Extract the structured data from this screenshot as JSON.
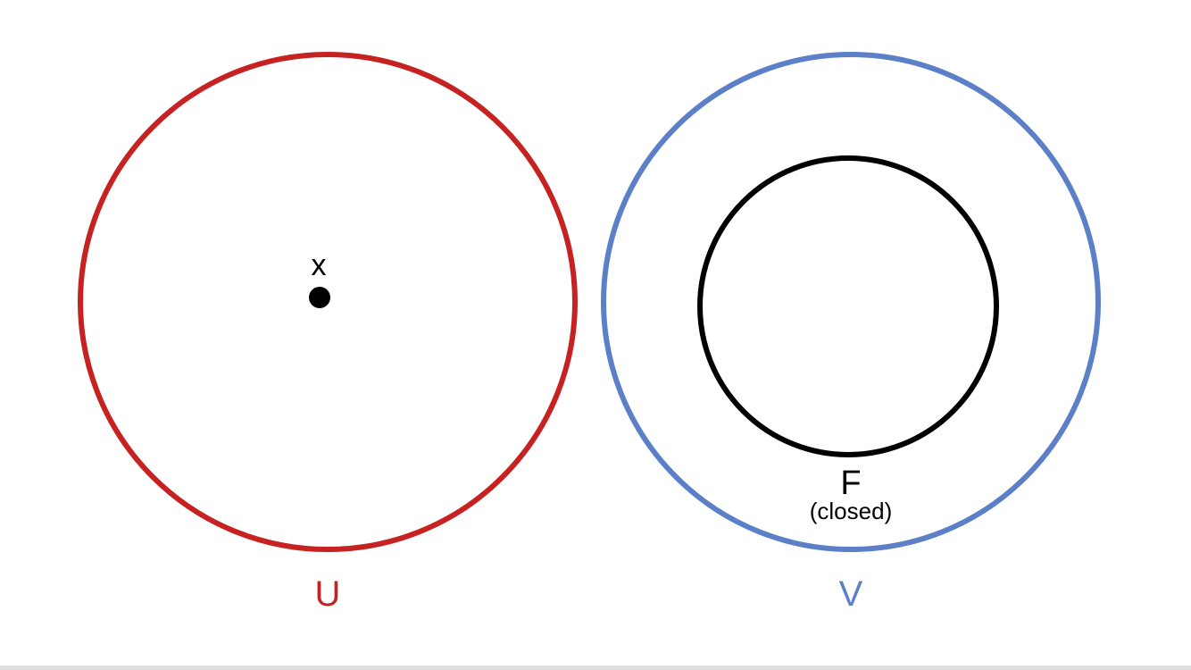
{
  "colors": {
    "set_u": "#c62222",
    "set_v": "#5b80c8",
    "set_f": "#000000",
    "background": "#ffffff",
    "point": "#000000"
  },
  "sets": {
    "u": {
      "label": "U"
    },
    "v": {
      "label": "V"
    },
    "f": {
      "label": "F",
      "note": "(closed)"
    }
  },
  "point": {
    "label": "x"
  }
}
